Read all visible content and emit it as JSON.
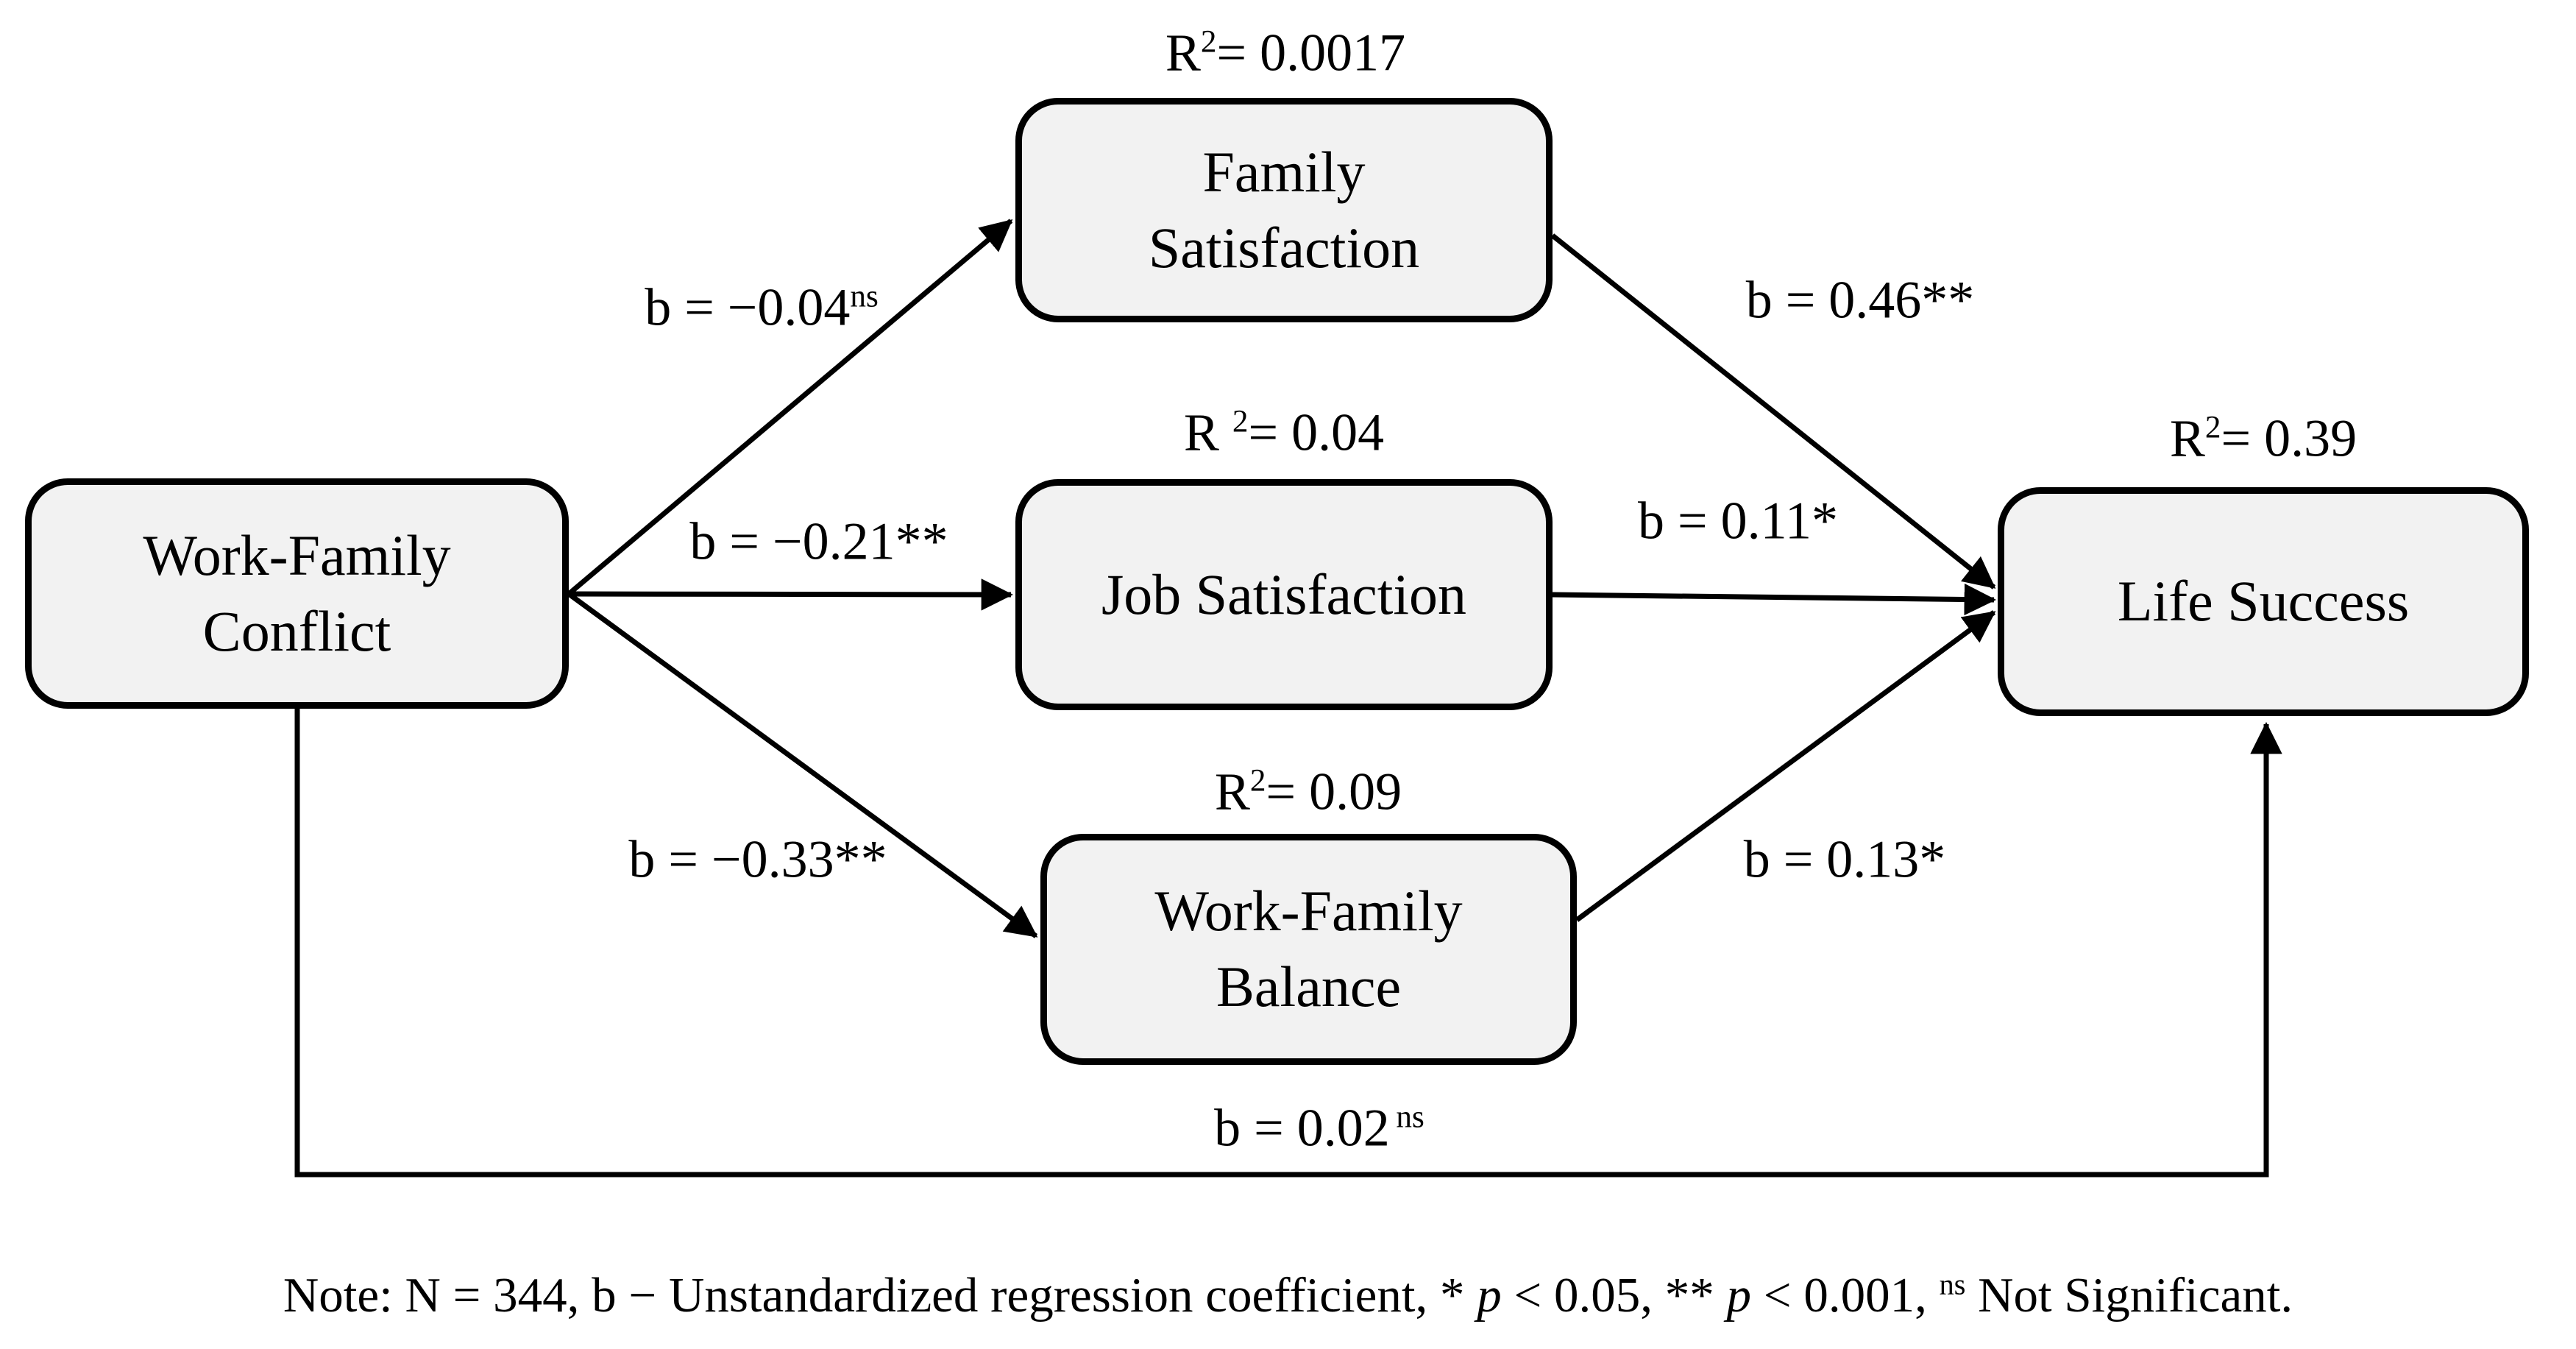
{
  "diagram": {
    "title_hint": "Path model: work-family conflict, mediators, life success",
    "colors": {
      "background": "#ffffff",
      "box_fill": "#f2f2f2",
      "box_border": "#000000",
      "line": "#000000",
      "text": "#000000"
    },
    "nodes": {
      "wfc": {
        "label_line1": "Work-Family",
        "label_line2": "Conflict"
      },
      "fs": {
        "label_line1": "Family",
        "label_line2": "Satisfaction",
        "r2_base": "R",
        "r2_sup": "2",
        "r2_value": "= 0.0017"
      },
      "js": {
        "label": "Job Satisfaction",
        "r2_base": "R ",
        "r2_sup": "2",
        "r2_value": "= 0.04"
      },
      "wfb": {
        "label_line1": "Work-Family",
        "label_line2": "Balance",
        "r2_base": "R",
        "r2_sup": "2",
        "r2_value": "= 0.09"
      },
      "ls": {
        "label": "Life Success",
        "r2_base": "R",
        "r2_sup": "2",
        "r2_value": "= 0.39"
      }
    },
    "paths": {
      "wfc_fs": {
        "coef": "b = −0.04",
        "sup": "ns"
      },
      "wfc_js": {
        "coef": "b = −0.21**"
      },
      "wfc_wfb": {
        "coef": "b = −0.33**"
      },
      "fs_ls": {
        "coef": "b = 0.46**"
      },
      "js_ls": {
        "coef": "b = 0.11*"
      },
      "wfb_ls": {
        "coef": "b = 0.13*"
      },
      "wfc_ls_direct": {
        "coef": "b = 0.02",
        "sup": "ns"
      }
    },
    "note": {
      "p1": "Note: N = 344, b − Unstandardized regression coefficient, * ",
      "p2": "p",
      "p3": " < 0.05, ** ",
      "p4": "p",
      "p5": " < 0.001, ",
      "p6": "ns",
      "p7": " Not Significant."
    }
  }
}
